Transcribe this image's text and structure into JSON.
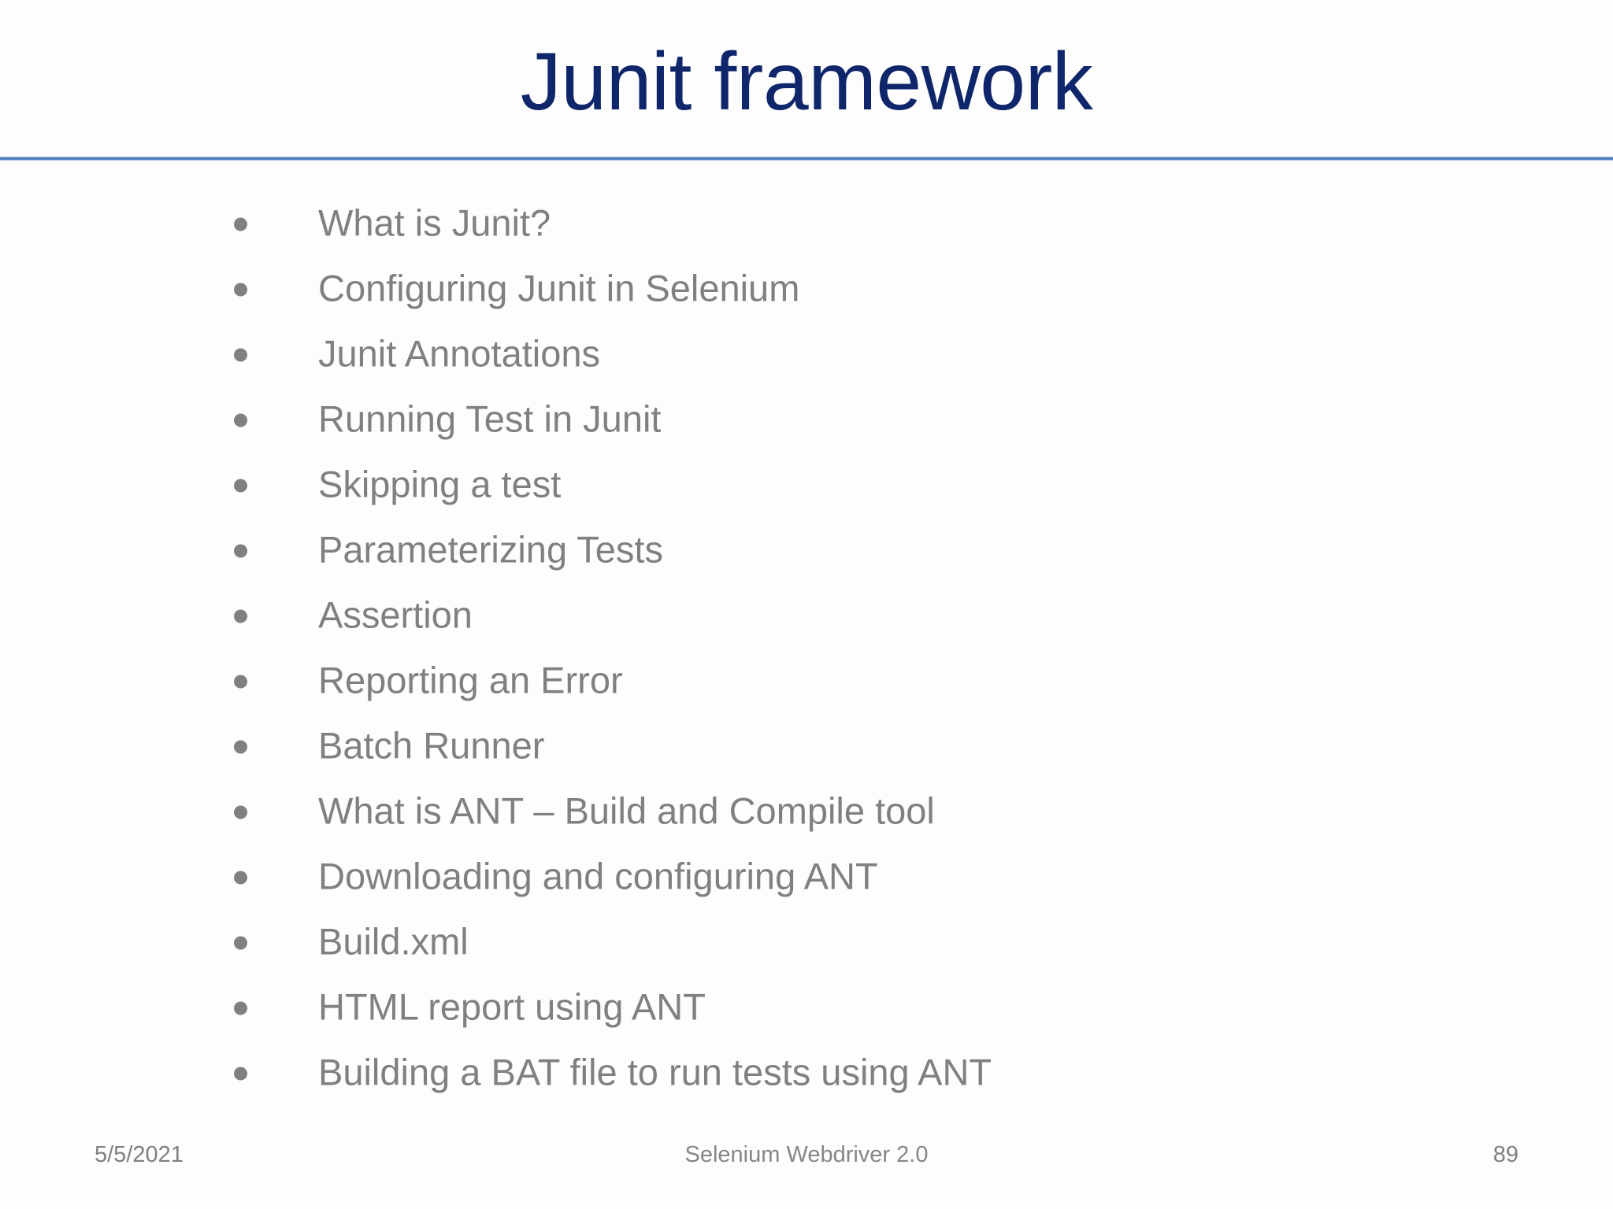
{
  "slide": {
    "title": "Junit framework",
    "background_color": "#fdfdfd",
    "title_color": "#10266b",
    "divider_color": "#4f7fbf",
    "body_text_color": "#808080",
    "footer_text_color": "#7f7f7f"
  },
  "body": {
    "bullets": [
      {
        "label": "What is Junit?"
      },
      {
        "label": "Configuring Junit in Selenium"
      },
      {
        "label": "Junit Annotations"
      },
      {
        "label": "Running Test in Junit"
      },
      {
        "label": "Skipping a test"
      },
      {
        "label": "Parameterizing Tests"
      },
      {
        "label": "Assertion"
      },
      {
        "label": "Reporting an Error"
      },
      {
        "label": "Batch Runner"
      },
      {
        "label": "What is ANT – Build and Compile tool"
      },
      {
        "label": "Downloading and configuring ANT"
      },
      {
        "label": "Build.xml"
      },
      {
        "label": "HTML report using ANT"
      },
      {
        "label": "Building a BAT file to run tests using ANT"
      }
    ]
  },
  "footer": {
    "date": "5/5/2021",
    "center": "Selenium Webdriver 2.0",
    "page_number": "89"
  }
}
